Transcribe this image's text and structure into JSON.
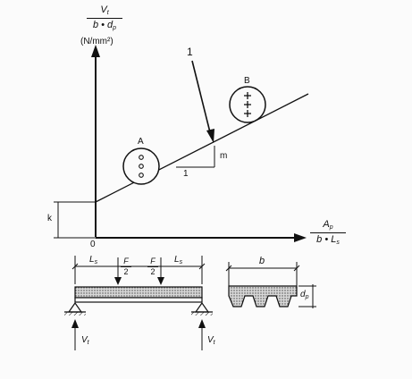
{
  "figure": {
    "y_axis": {
      "numerator_main": "V",
      "numerator_sub": "t",
      "denominator": "b • d",
      "denominator_sub": "p",
      "unit": "(N/mm²)"
    },
    "x_axis": {
      "numerator_main": "A",
      "numerator_sub": "p",
      "denominator": "b • L",
      "denominator_sub": "s"
    },
    "origin_label": "0",
    "intercept_label": "k",
    "slope_rise_label": "m",
    "slope_run_label": "1",
    "callout_label": "1",
    "circle_a_label": "A",
    "circle_b_label": "B"
  },
  "beam": {
    "span_left_main": "L",
    "span_left_sub": "s",
    "span_right_main": "L",
    "span_right_sub": "s",
    "load_left_num": "F",
    "load_left_den": "2",
    "load_right_num": "F",
    "load_right_den": "2",
    "reaction_left_main": "V",
    "reaction_left_sub": "t",
    "reaction_right_main": "V",
    "reaction_right_sub": "t"
  },
  "section": {
    "width_label": "b",
    "depth_main": "d",
    "depth_sub": "p"
  },
  "colors": {
    "ink": "#111111",
    "paper": "#fbfbfb",
    "hatch": "#7a7a7a"
  }
}
